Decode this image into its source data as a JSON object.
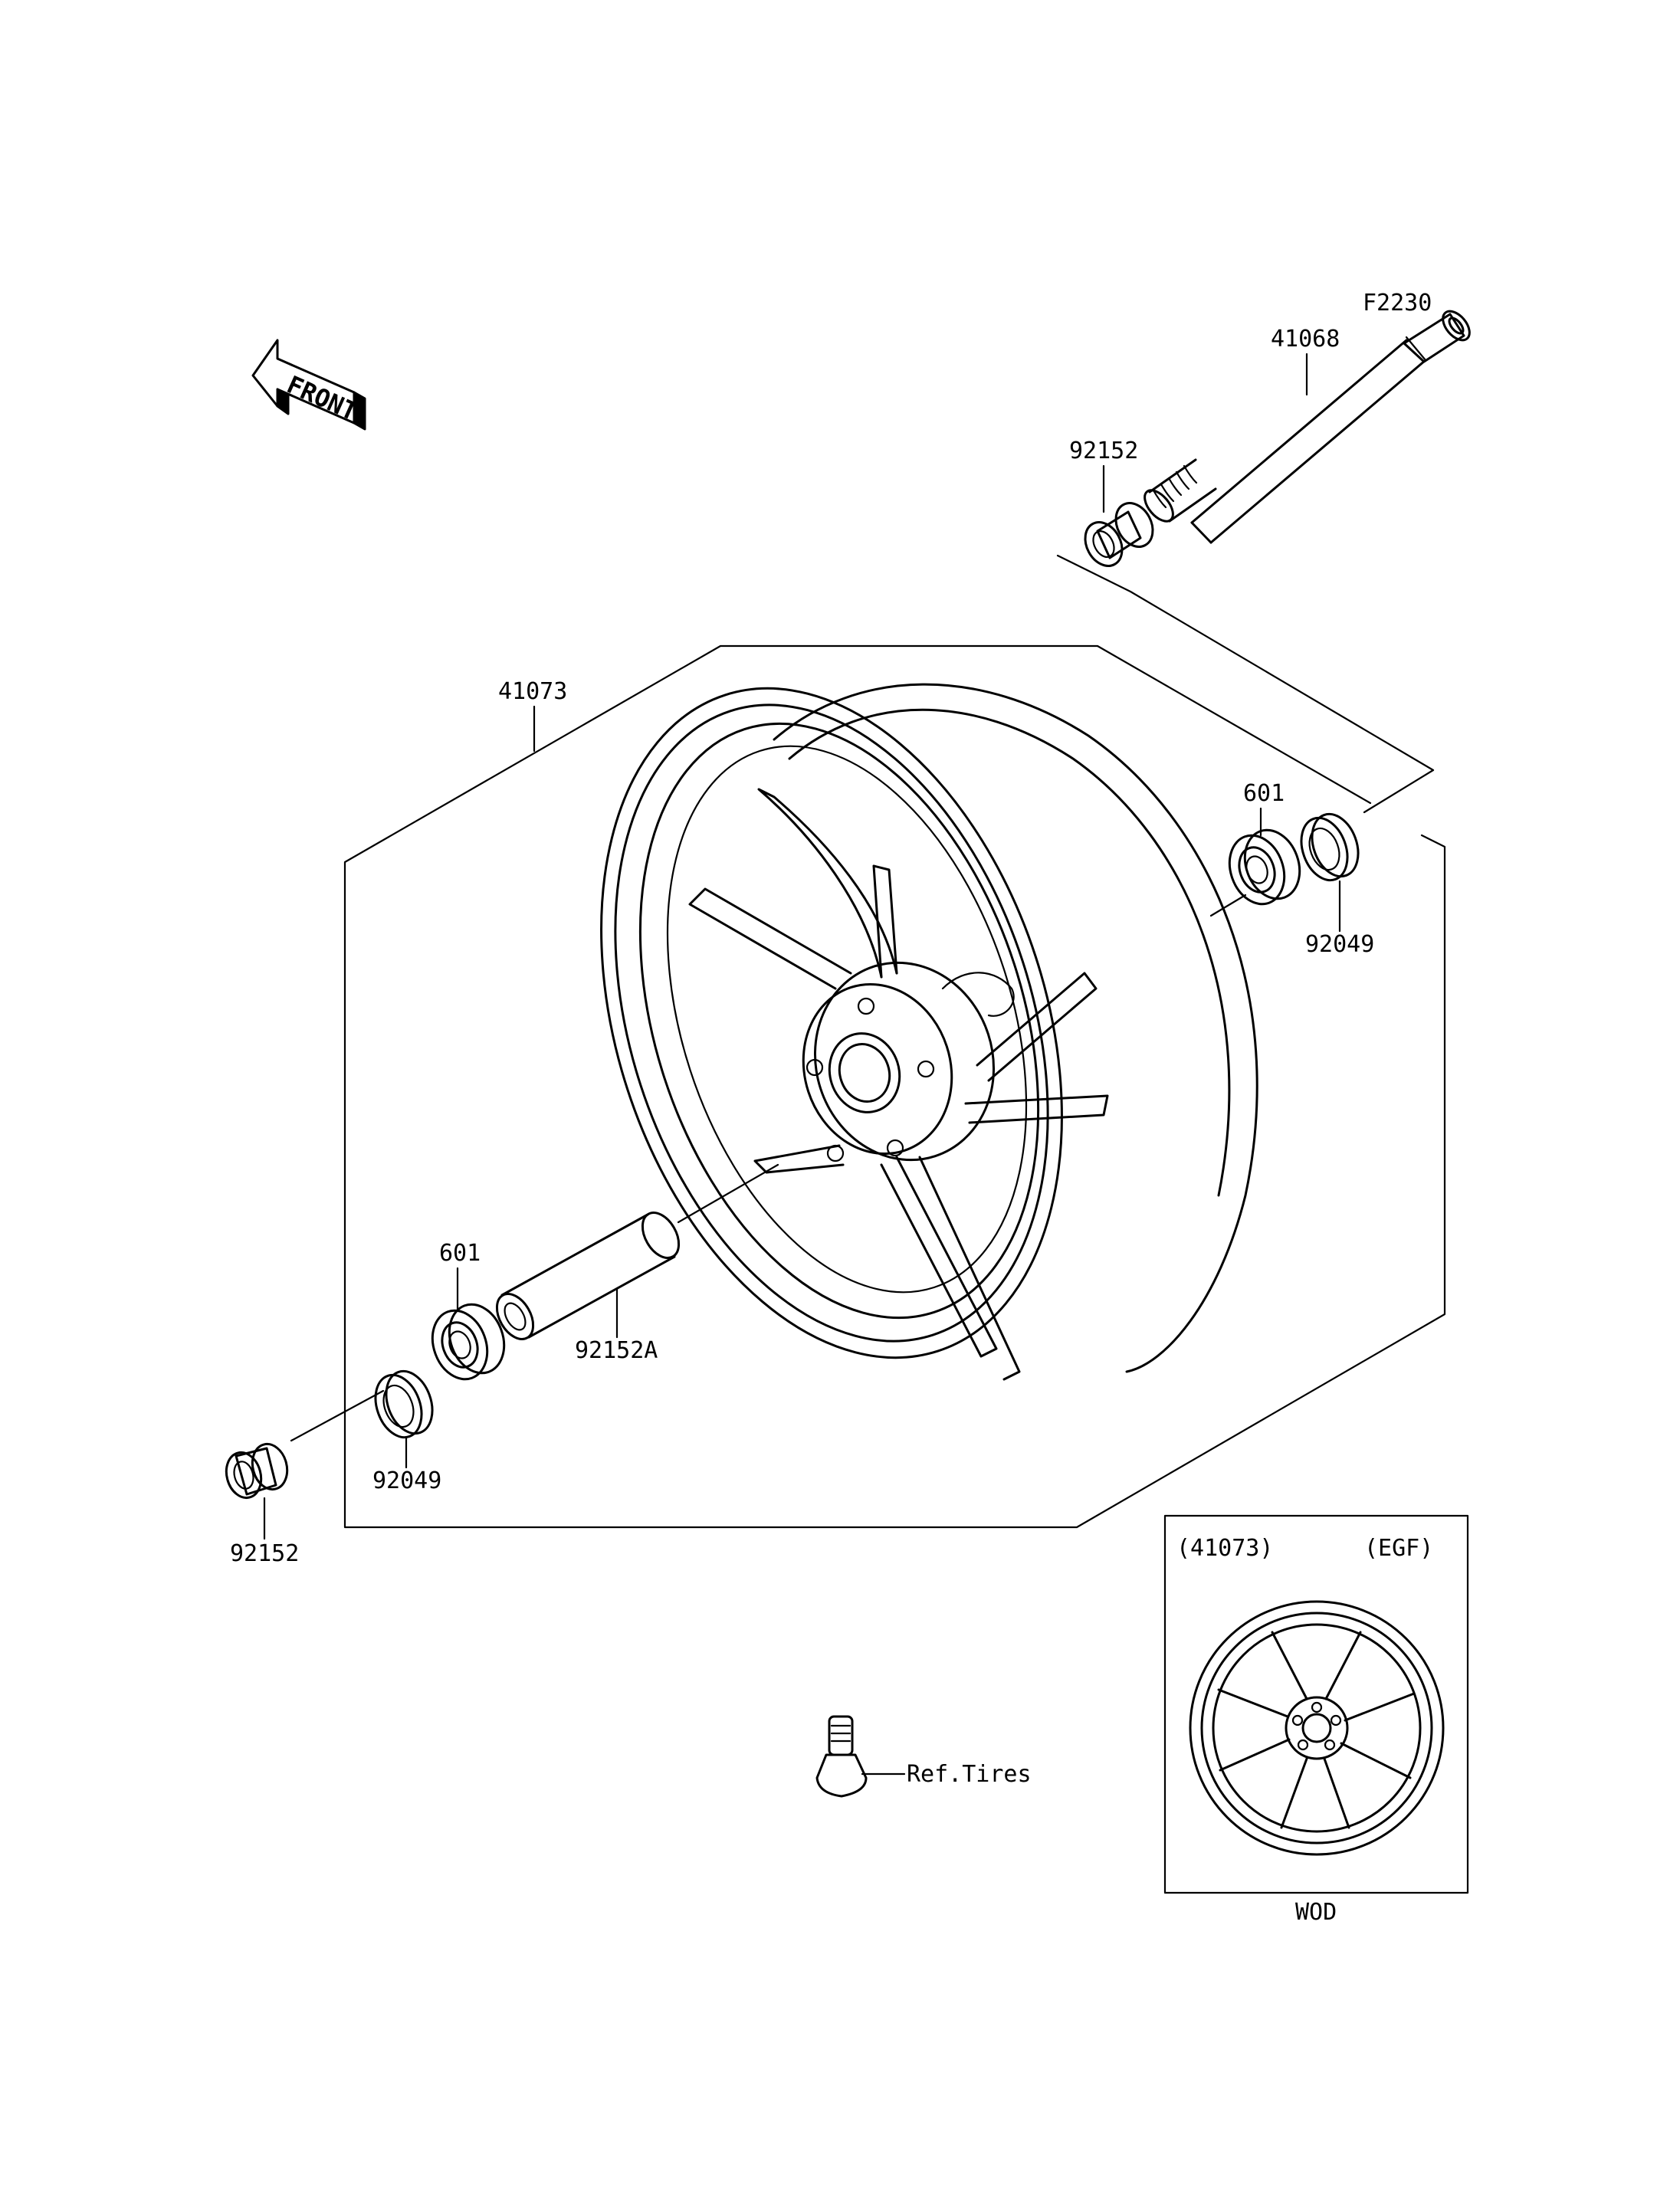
{
  "front_arrow": {
    "label": "FRONT"
  },
  "callouts": {
    "axle_nut": "F2230",
    "axle": "41068",
    "collar_right": "92152",
    "wheel": "41073",
    "bearing_right": "601",
    "seal_right": "92049",
    "bearing_left": "601",
    "spacer": "92152A",
    "seal_left": "92049",
    "collar_left": "92152",
    "valve_ref": "Ref.Tires"
  },
  "inset": {
    "part_number": "(41073)",
    "variant": "(EGF)",
    "color_code": "WOD"
  }
}
